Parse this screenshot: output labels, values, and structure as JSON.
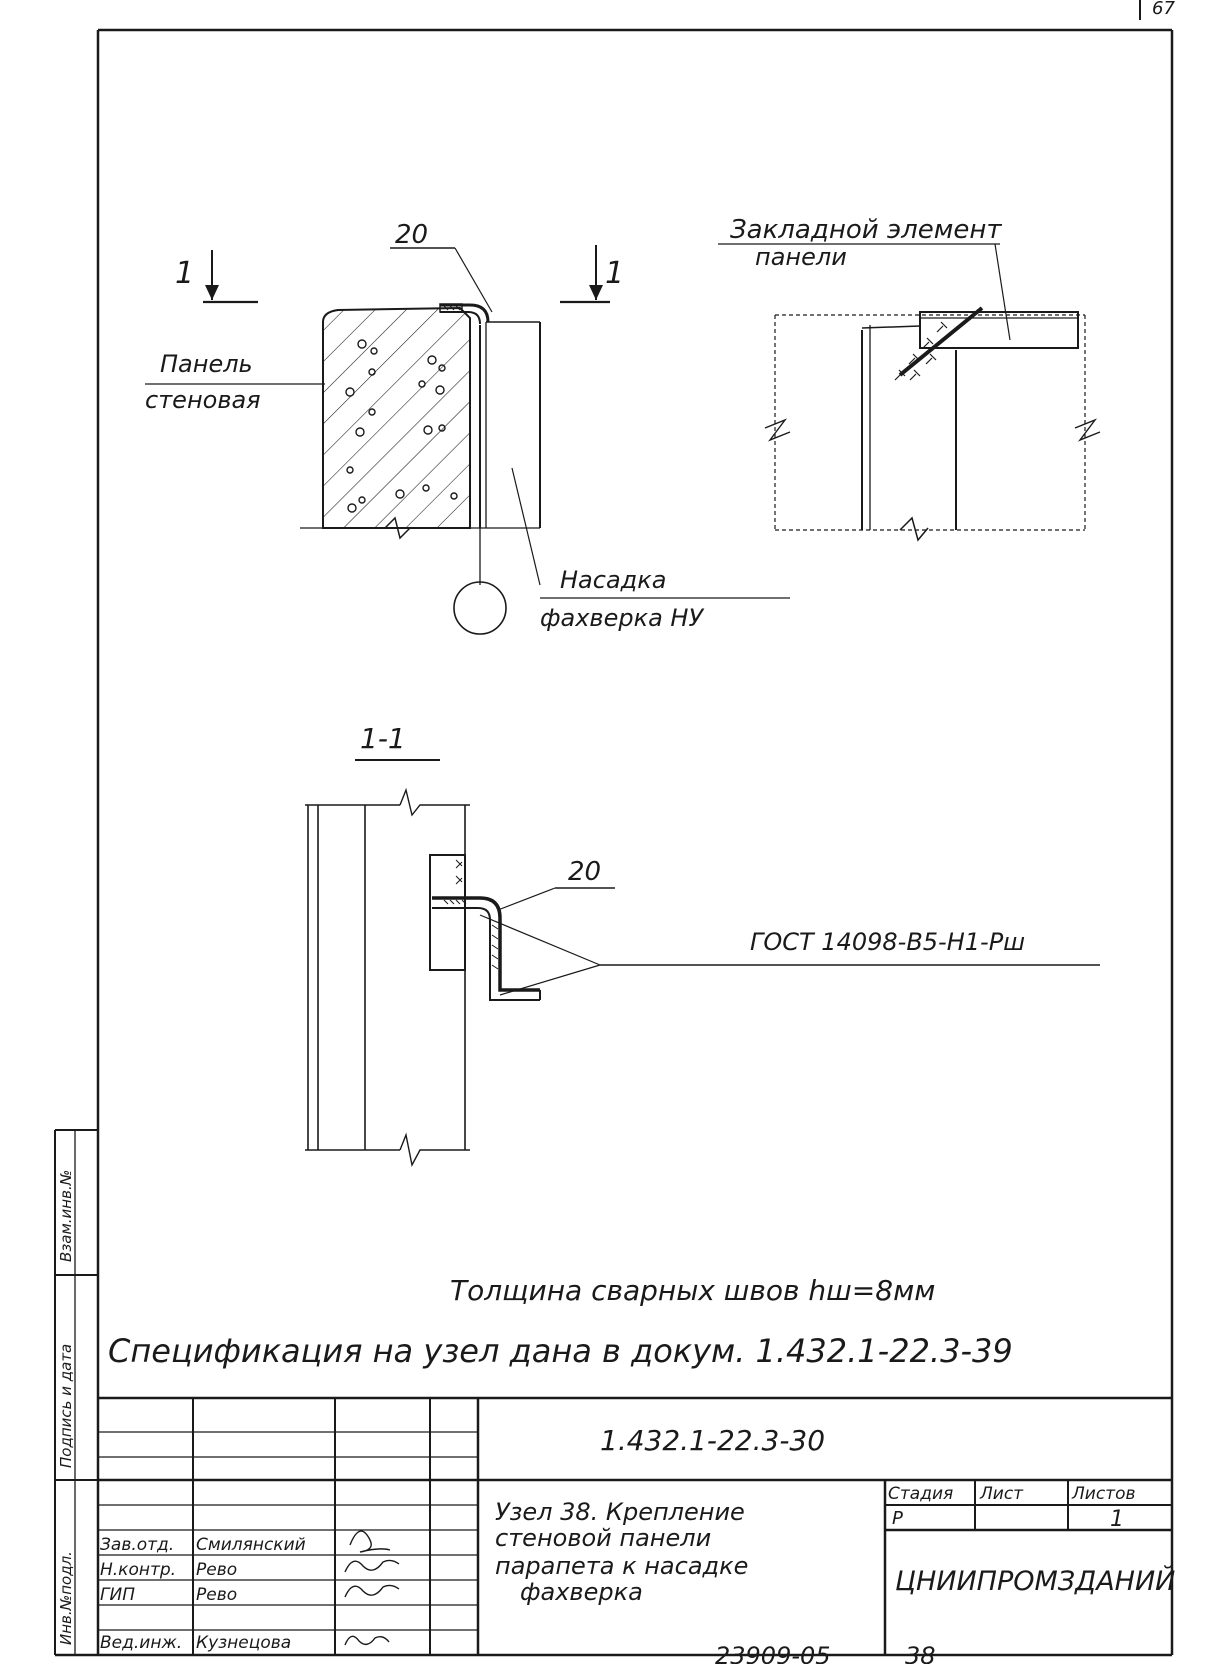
{
  "corner_mark": "67",
  "drawing": {
    "section_mark_left": "1",
    "section_mark_right": "1",
    "item_top": "20",
    "panel_label_1": "Панель",
    "panel_label_2": "стеновая",
    "nozzle_label_1": "Насадка",
    "nozzle_label_2": "фахверка НУ",
    "embed_label_1": "Закладной элемент",
    "embed_label_2": "панели",
    "section_title": "1-1",
    "item_section": "20",
    "weld_spec": "ГОСТ 14098-В5-Н1-Рш"
  },
  "notes": {
    "weld_thickness": "Толщина сварных швов hш=8мм",
    "specification": "Спецификация на узел дана в докум. 1.432.1-22.3-39"
  },
  "side_stamp": {
    "field_1": "Инв.№подл.",
    "field_2": "Подпись и дата",
    "field_3": "Взам.инв.№"
  },
  "title_block": {
    "doc_code": "1.432.1-22.3-30",
    "title_line_1": "Узел 38. Крепление",
    "title_line_2": "стеновой панели",
    "title_line_3": "парапета к насадке",
    "title_line_4": "фахверка",
    "stage_header": "Стадия",
    "sheet_header": "Лист",
    "sheets_header": "Листов",
    "stage_value": "Р",
    "sheet_value": "",
    "sheets_value": "1",
    "organization": "ЦНИИПРОМЗДАНИЙ",
    "roles": [
      {
        "role": "Зав.отд.",
        "name": "Смилянский"
      },
      {
        "role": "Н.контр.",
        "name": "Рево"
      },
      {
        "role": "ГИП",
        "name": "Рево"
      },
      {
        "role": "Вед.инж.",
        "name": "Кузнецова"
      }
    ]
  },
  "footer": {
    "archive_number": "23909-05",
    "page_number": "38"
  }
}
